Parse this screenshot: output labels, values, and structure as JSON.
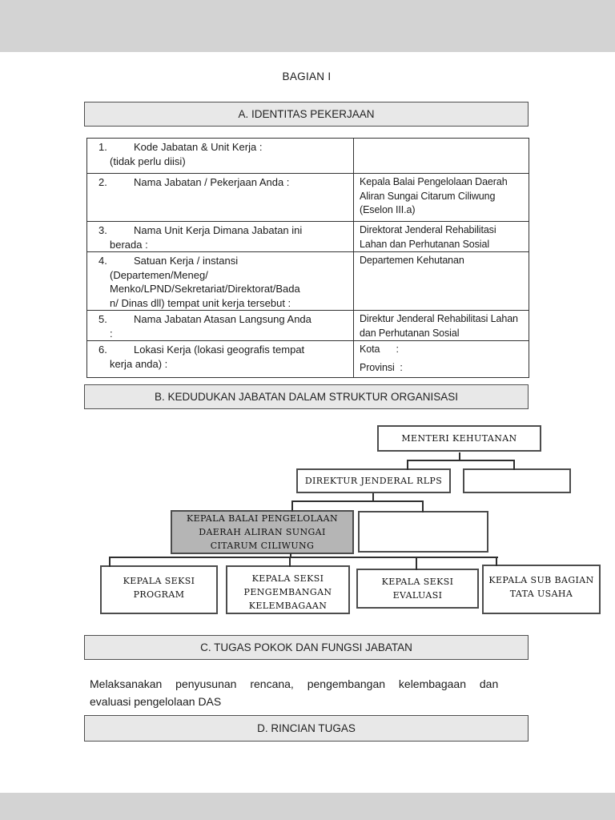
{
  "page": {
    "title": "BAGIAN I"
  },
  "colors": {
    "viewer_band": "#d3d3d3",
    "section_bar_fill": "#e8e8e8",
    "highlight_box_fill": "#b5b5b5"
  },
  "sections": {
    "a": {
      "label": "A. IDENTITAS PEKERJAAN"
    },
    "b": {
      "label": "B. KEDUDUKAN JABATAN DALAM STRUKTUR ORGANISASI"
    },
    "c": {
      "label": "C. TUGAS POKOK DAN FUNGSI JABATAN"
    },
    "d": {
      "label": "D. RINCIAN TUGAS"
    }
  },
  "identity_table": {
    "rows": [
      {
        "num": "1.",
        "first": "Kode Jabatan & Unit Kerja :",
        "cont": [
          "(tidak perlu diisi)"
        ],
        "answer": []
      },
      {
        "num": "2.",
        "first": "Nama Jabatan / Pekerjaan Anda :",
        "cont": [],
        "answer": [
          "Kepala Balai Pengelolaan Daerah Aliran Sungai Citarum Ciliwung",
          "(Eselon III.a)"
        ]
      },
      {
        "num": "3.",
        "first": "Nama Unit Kerja Dimana Jabatan ini",
        "cont": [
          "berada :"
        ],
        "answer": [
          "Direktorat Jenderal Rehabilitasi Lahan dan Perhutanan Sosial"
        ]
      },
      {
        "num": "4.",
        "first": "Satuan Kerja / instansi",
        "cont": [
          "(Departemen/Meneg/",
          "Menko/LPND/Sekretariat/Direktorat/Bada",
          "n/ Dinas dll) tempat unit kerja tersebut :"
        ],
        "answer": [
          "Departemen Kehutanan"
        ]
      },
      {
        "num": "5.",
        "first": "Nama Jabatan Atasan Langsung Anda",
        "cont": [
          ":"
        ],
        "answer": [
          "Direktur Jenderal Rehabilitasi Lahan dan Perhutanan Sosial"
        ]
      },
      {
        "num": "6.",
        "first": "Lokasi Kerja (lokasi geografis tempat",
        "cont": [
          "kerja anda) :"
        ],
        "answer": [
          "Kota      :",
          "Provinsi  :"
        ]
      }
    ]
  },
  "org_chart": {
    "boxes": [
      {
        "id": "menteri",
        "lines": [
          "MENTERI KEHUTANAN"
        ]
      },
      {
        "id": "dirjen",
        "lines": [
          "DIREKTUR JENDERAL RLPS"
        ]
      },
      {
        "id": "blank1",
        "lines": []
      },
      {
        "id": "balai",
        "lines": [
          "KEPALA BALAI PENGELOLAAN",
          "DAERAH ALIRAN SUNGAI",
          "CITARUM CILIWUNG"
        ]
      },
      {
        "id": "blank2",
        "lines": []
      },
      {
        "id": "program",
        "lines": [
          "KEPALA SEKSI",
          "PROGRAM"
        ]
      },
      {
        "id": "pengembangan",
        "lines": [
          "KEPALA SEKSI",
          "PENGEMBANGAN",
          "KELEMBAGAAN"
        ]
      },
      {
        "id": "evaluasi",
        "lines": [
          "KEPALA SEKSI",
          "EVALUASI"
        ]
      },
      {
        "id": "tatausaha",
        "lines": [
          "KEPALA SUB BAGIAN",
          "TATA USAHA"
        ]
      }
    ]
  },
  "tugas_pokok": {
    "text": "Melaksanakan penyusunan rencana, pengembangan kelembagaan dan evaluasi pengelolaan DAS",
    "lines": [
      "Melaksanakan penyusunan rencana, pengembangan kelembagaan dan",
      "evaluasi pengelolaan DAS"
    ]
  }
}
